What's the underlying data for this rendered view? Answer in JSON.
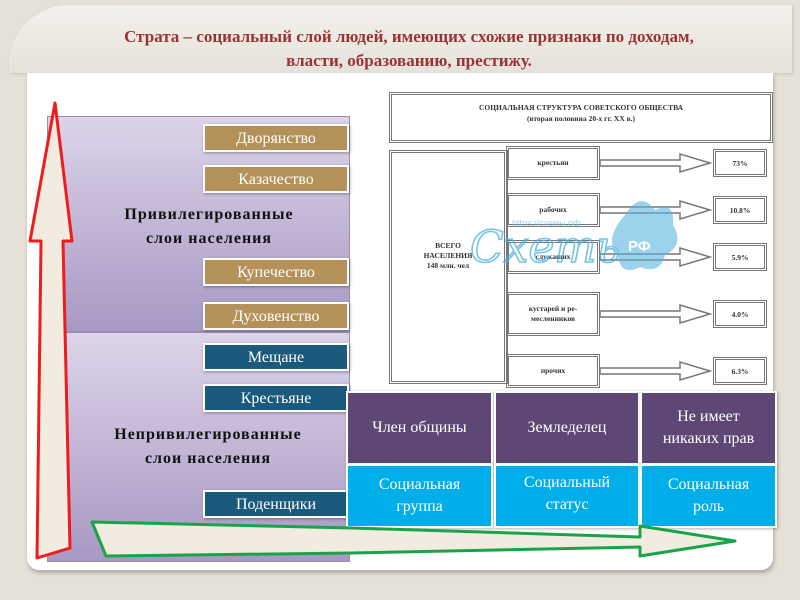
{
  "title": {
    "line1": "Страта – социальный слой людей, имеющих схожие признаки по доходам,",
    "line2": "власти, образованию, престижу."
  },
  "strata": {
    "privileged": {
      "label_line1": "Привилегированные",
      "label_line2": "слои населения",
      "tags": [
        "Дворянство",
        "Казачество",
        "Купечество",
        "Духовенство"
      ]
    },
    "nonprivileged": {
      "label_line1": "Непривилегированные",
      "label_line2": "слои населения",
      "tags": [
        "Мещане",
        "Крестьяне",
        "Поденщики"
      ]
    }
  },
  "soviet_structure": {
    "title_line1": "СОЦИАЛЬНАЯ СТРУКТУРА СОВЕТСКОГО ОБЩЕСТВА",
    "title_line2": "(вторая половина 20-х гг. XX в.)",
    "total_line1": "ВСЕГО",
    "total_line2": "НАСЕЛЕНИЯ",
    "total_line3": "148 млн. чел",
    "categories": [
      {
        "label_line1": "крестьян",
        "label_line2": "",
        "percent": "73%"
      },
      {
        "label_line1": "рабочих",
        "label_line2": "",
        "percent": "10.8%"
      },
      {
        "label_line1": "служащих",
        "label_line2": "",
        "percent": "5.9%"
      },
      {
        "label_line1": "кустарей и ре-",
        "label_line2": "месленников",
        "percent": "4.0%"
      },
      {
        "label_line1": "прочих",
        "label_line2": "",
        "percent": "6.3%"
      }
    ]
  },
  "watermark": {
    "text": "Схеть",
    "badge": "РФ",
    "url": "https://схемы.рф"
  },
  "peasant_table": {
    "values": [
      {
        "line1": "Член общины",
        "line2": ""
      },
      {
        "line1": "Земледелец",
        "line2": ""
      },
      {
        "line1": "Не имеет",
        "line2": "никаких прав"
      }
    ],
    "concepts": [
      {
        "line1": "Социальная",
        "line2": "группа"
      },
      {
        "line1": "Социальный",
        "line2": "статус"
      },
      {
        "line1": "Социальная",
        "line2": "роль"
      }
    ]
  },
  "colors": {
    "title": "#9b3336",
    "gold_tag": "#b5915a",
    "blue_tag": "#1a5a7c",
    "purple_cell": "#5e4675",
    "cyan_cell": "#00aee9",
    "vertical_arrow": "#ee1c1c",
    "horizontal_arrow": "#1aa44a"
  }
}
